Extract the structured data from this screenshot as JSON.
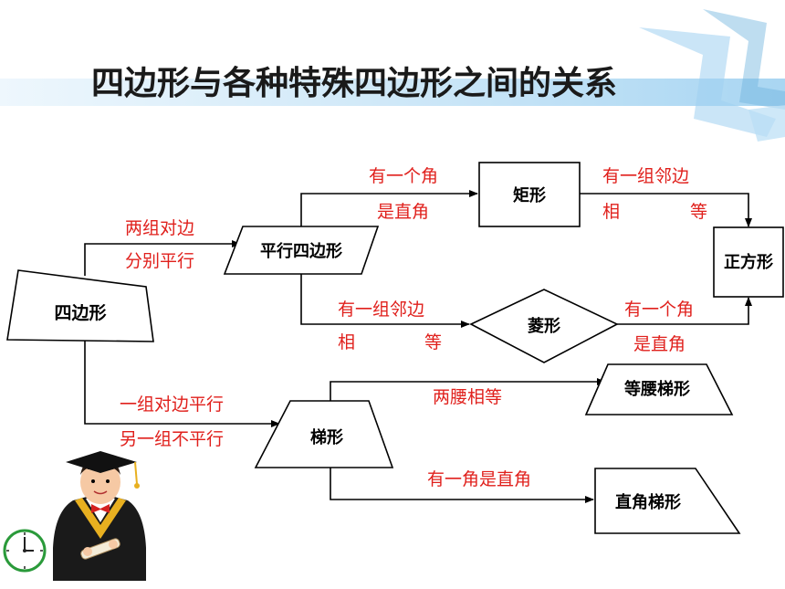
{
  "title": "四边形与各种特殊四边形之间的关系",
  "colors": {
    "edge_label": "#e0201c",
    "line": "#000000",
    "banner_light": "#d6ecfa",
    "banner_mid": "#9fd0f0",
    "ribbon": "#6fb4de"
  },
  "nodes": {
    "quadrilateral": "四边形",
    "parallelogram": "平行四边形",
    "rectangle": "矩形",
    "rhombus": "菱形",
    "square": "正方形",
    "trapezoid": "梯形",
    "isosceles_trapezoid": "等腰梯形",
    "right_trapezoid": "直角梯形"
  },
  "edges": {
    "to_parallelogram": {
      "line1": "两组对边",
      "line2": "分别平行"
    },
    "to_rectangle": {
      "line1": "有一个角",
      "line2": "是直角"
    },
    "rect_to_square": {
      "line1": "有一组邻边",
      "line2a": "相",
      "line2b": "等"
    },
    "to_rhombus": {
      "line1": "有一组邻边",
      "line2a": "相",
      "line2b": "等"
    },
    "rhombus_to_square": {
      "line1": "有一个角",
      "line2": "是直角"
    },
    "to_trapezoid": {
      "line1": "一组对边平行",
      "line2": "另一组不平行"
    },
    "to_isosceles": {
      "line1": "两腰相等"
    },
    "to_right_trapezoid": {
      "line1": "有一角是直角"
    }
  }
}
